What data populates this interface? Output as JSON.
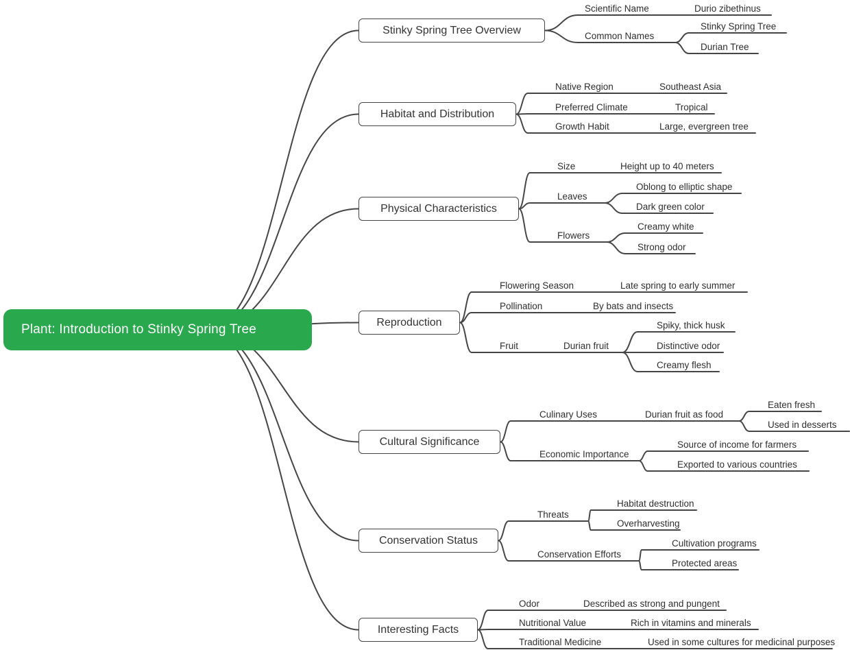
{
  "theme": {
    "background": "#ffffff",
    "line_color": "#454545",
    "root_bg": "#2aa84d",
    "root_text": "#ffffff",
    "box_border": "#454545",
    "box_text": "#333333",
    "text_color": "#2e2e2e"
  },
  "root": {
    "label": "Plant: Introduction to Stinky Spring Tree"
  },
  "branches": [
    {
      "label": "Stinky Spring Tree Overview",
      "children": [
        {
          "label": "Scientific Name",
          "children": [
            {
              "label": "Durio zibethinus"
            }
          ]
        },
        {
          "label": "Common Names",
          "children": [
            {
              "label": "Stinky Spring Tree"
            },
            {
              "label": "Durian Tree"
            }
          ]
        }
      ]
    },
    {
      "label": "Habitat and Distribution",
      "children": [
        {
          "label": "Native Region",
          "children": [
            {
              "label": "Southeast Asia"
            }
          ]
        },
        {
          "label": "Preferred Climate",
          "children": [
            {
              "label": "Tropical"
            }
          ]
        },
        {
          "label": "Growth Habit",
          "children": [
            {
              "label": "Large, evergreen tree"
            }
          ]
        }
      ]
    },
    {
      "label": "Physical Characteristics",
      "children": [
        {
          "label": "Size",
          "children": [
            {
              "label": "Height up to 40 meters"
            }
          ]
        },
        {
          "label": "Leaves",
          "children": [
            {
              "label": "Oblong to elliptic shape"
            },
            {
              "label": "Dark green color"
            }
          ]
        },
        {
          "label": "Flowers",
          "children": [
            {
              "label": "Creamy white"
            },
            {
              "label": "Strong odor"
            }
          ]
        }
      ]
    },
    {
      "label": "Reproduction",
      "children": [
        {
          "label": "Flowering Season",
          "children": [
            {
              "label": "Late spring to early summer"
            }
          ]
        },
        {
          "label": "Pollination",
          "children": [
            {
              "label": "By bats and insects"
            }
          ]
        },
        {
          "label": "Fruit",
          "children": [
            {
              "label": "Durian fruit",
              "children": [
                {
                  "label": "Spiky, thick husk"
                },
                {
                  "label": "Distinctive odor"
                },
                {
                  "label": "Creamy flesh"
                }
              ]
            }
          ]
        }
      ]
    },
    {
      "label": "Cultural Significance",
      "children": [
        {
          "label": "Culinary Uses",
          "children": [
            {
              "label": "Durian fruit as food",
              "children": [
                {
                  "label": "Eaten fresh"
                },
                {
                  "label": "Used in desserts"
                }
              ]
            }
          ]
        },
        {
          "label": "Economic Importance",
          "children": [
            {
              "label": "Source of income for farmers"
            },
            {
              "label": "Exported to various countries"
            }
          ]
        }
      ]
    },
    {
      "label": "Conservation Status",
      "children": [
        {
          "label": "Threats",
          "children": [
            {
              "label": "Habitat destruction"
            },
            {
              "label": "Overharvesting"
            }
          ]
        },
        {
          "label": "Conservation Efforts",
          "children": [
            {
              "label": "Cultivation programs"
            },
            {
              "label": "Protected areas"
            }
          ]
        }
      ]
    },
    {
      "label": "Interesting Facts",
      "children": [
        {
          "label": "Odor",
          "children": [
            {
              "label": "Described as strong and pungent"
            }
          ]
        },
        {
          "label": "Nutritional Value",
          "children": [
            {
              "label": "Rich in vitamins and minerals"
            }
          ]
        },
        {
          "label": "Traditional Medicine",
          "children": [
            {
              "label": "Used in some cultures for medicinal purposes"
            }
          ]
        }
      ]
    }
  ]
}
